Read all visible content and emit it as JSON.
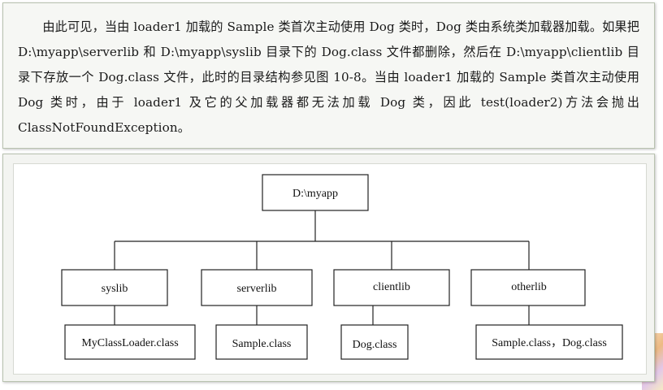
{
  "text_block": {
    "paragraph": "由此可见，当由 loader1 加载的 Sample 类首次主动使用 Dog 类时，Dog 类由系统类加载器加载。如果把 D:\\myapp\\serverlib 和 D:\\myapp\\syslib 目录下的 Dog.class 文件都删除，然后在 D:\\myapp\\clientlib 目录下存放一个 Dog.class 文件，此时的目录结构参见图 10-8。当由 loader1 加载的 Sample 类首次主动使用 Dog 类时，由于 loader1 及它的父加载器都无法加载 Dog 类，因此 test(loader2)方法会抛出 ClassNotFoundException。"
  },
  "diagram": {
    "root": "D:\\myapp",
    "folders": [
      {
        "name": "syslib",
        "files": "MyClassLoader.class"
      },
      {
        "name": "serverlib",
        "files": "Sample.class"
      },
      {
        "name": "clientlib",
        "files": "Dog.class"
      },
      {
        "name": "otherlib",
        "files": "Sample.class，Dog.class"
      }
    ]
  }
}
